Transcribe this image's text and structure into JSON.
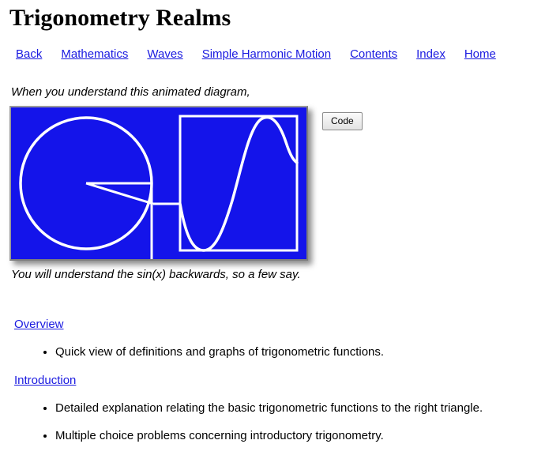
{
  "header": {
    "title": "Trigonometry Realms"
  },
  "nav": {
    "links": [
      {
        "label": "Back"
      },
      {
        "label": "Mathematics"
      },
      {
        "label": "Waves"
      },
      {
        "label": "Simple Harmonic Motion"
      },
      {
        "label": "Contents"
      },
      {
        "label": "Index"
      },
      {
        "label": "Home"
      }
    ]
  },
  "captions": {
    "above": "When you understand this animated diagram,",
    "below": "You will understand the sin(x) backwards, so a few say."
  },
  "diagram": {
    "name": "unit-circle-sine-animation",
    "background_color": "#1414EA",
    "stroke_color": "#FFFFFF",
    "border_color": "#9A9A9A"
  },
  "toolbar": {
    "code_label": "Code"
  },
  "sections": [
    {
      "link_label": "Overview",
      "items": [
        "Quick view of definitions and graphs of trigonometric functions."
      ]
    },
    {
      "link_label": "Introduction",
      "items": [
        "Detailed explanation relating the basic trigonometric functions to the right triangle.",
        "Multiple choice problems concerning introductory trigonometry."
      ]
    }
  ]
}
